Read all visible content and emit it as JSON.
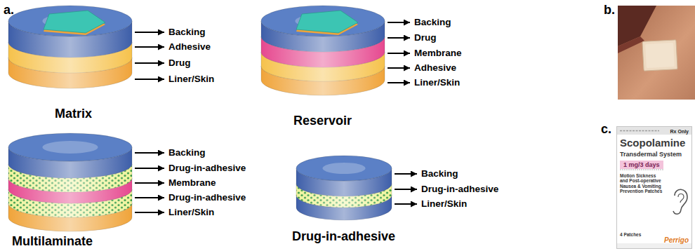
{
  "diagram": {
    "nodes": [
      {
        "text": [
          "Rx Only",
          "Scopolamine",
          "Transdermal System",
          "Motion Sickness and Post-operative Nausea & Vomiting Prevention Patches",
          "4 Patches",
          "Perrigo"
        ]
      },
      {
        "text": [
          "1 mg/3 days"
        ],
        "in": 0
      }
    ],
    "labels": [
      "a.",
      "Backing",
      "Adhesive",
      "Drug",
      "Liner/Skin",
      "Matrix",
      "Backing",
      "Drug",
      "Membrane",
      "Adhesive",
      "Liner/Skin",
      "Reservoir",
      "b.",
      "c.",
      "Backing",
      "Drug-in-adhesive",
      "Membrane",
      "Drug-in-adhesive",
      "Liner/Skin",
      "Multilaminate",
      "Backing",
      "Drug-in-adhesive",
      "Liner/Skin",
      "Drug-in-adhesive"
    ]
  }
}
